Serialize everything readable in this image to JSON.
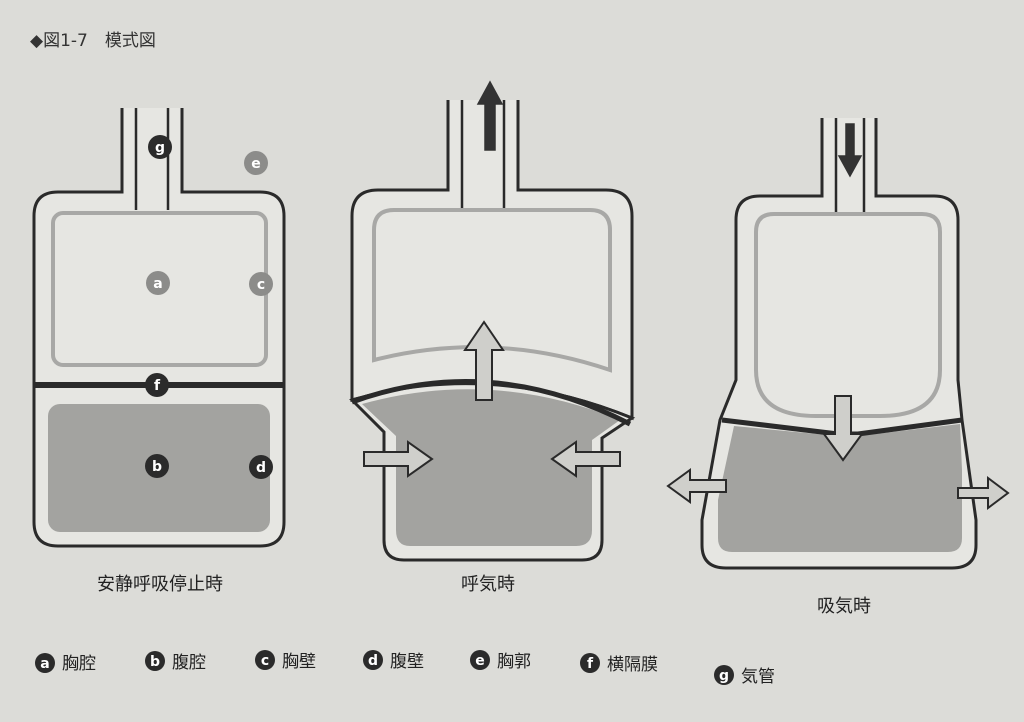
{
  "figure": {
    "title": "◆図1-7　模式図"
  },
  "markers": {
    "a": "a",
    "b": "b",
    "c": "c",
    "d": "d",
    "e": "e",
    "f": "f",
    "g": "g"
  },
  "panels": [
    {
      "caption": "安静呼吸停止時"
    },
    {
      "caption": "呼気時"
    },
    {
      "caption": "吸気時"
    }
  ],
  "legend": [
    {
      "marker": "a",
      "label": "胸腔"
    },
    {
      "marker": "b",
      "label": "腹腔"
    },
    {
      "marker": "c",
      "label": "胸壁"
    },
    {
      "marker": "d",
      "label": "腹壁"
    },
    {
      "marker": "e",
      "label": "胸郭"
    },
    {
      "marker": "f",
      "label": "横隔膜"
    },
    {
      "marker": "g",
      "label": "気管"
    }
  ],
  "colors": {
    "page": "#dcdcd8",
    "outline": "#2a2a2a",
    "wall": "#e6e6e2",
    "inner_line": "#a8a8a6",
    "abdomen": "#a3a3a0",
    "arrow_fill": "#cfcfcb",
    "dark_arrow": "#333333",
    "marker_dark": "#2b2b2b",
    "marker_light": "#8c8c8a"
  },
  "icons": {
    "title_marker": "diamond-icon",
    "up_arrow": "up-arrow-icon",
    "down_arrow": "down-arrow-icon",
    "left_arrow": "left-arrow-icon",
    "right_arrow": "right-arrow-icon"
  }
}
